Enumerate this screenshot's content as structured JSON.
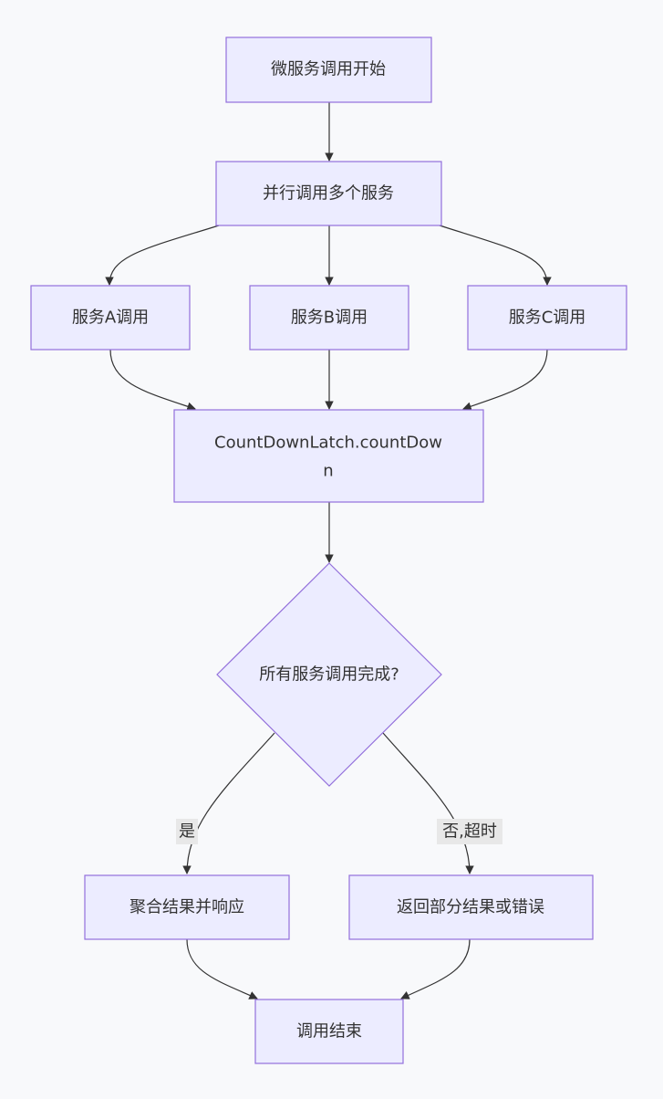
{
  "nodes": {
    "start": "微服务调用开始",
    "parallel": "并行调用多个服务",
    "service_a": "服务A调用",
    "service_b": "服务B调用",
    "service_c": "服务C调用",
    "countdown_line1": "CountDownLatch.countDow",
    "countdown_line2": "n",
    "decision": "所有服务调用完成?",
    "aggregate": "聚合结果并响应",
    "partial": "返回部分结果或错误",
    "end": "调用结束"
  },
  "edge_labels": {
    "yes": "是",
    "no_timeout": "否,超时"
  },
  "colors": {
    "node_fill": "#ececff",
    "node_stroke": "#9370db",
    "edge": "#333333",
    "label_bg": "#e8e8e8",
    "background": "#f8f9fb"
  }
}
